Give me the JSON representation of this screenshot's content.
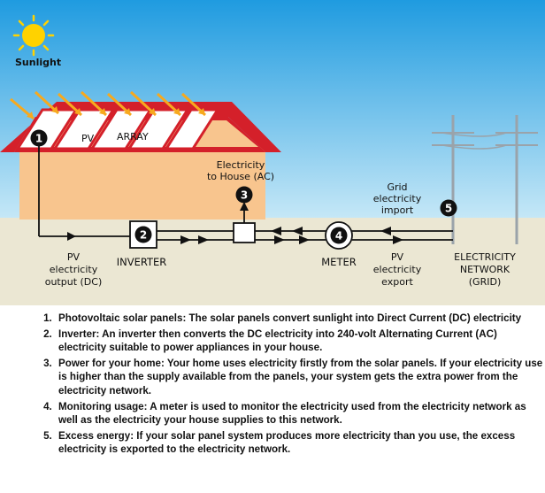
{
  "diagram": {
    "sun_label": "Sunlight",
    "array_labels": [
      "PV",
      "ARRAY"
    ],
    "pv_output_label": [
      "PV",
      "electricity",
      "output (DC)"
    ],
    "inverter_label": "INVERTER",
    "house_label": [
      "Electricity",
      "to House (AC)"
    ],
    "meter_label": "METER",
    "grid_import_label": [
      "Grid",
      "electricity",
      "import"
    ],
    "pv_export_label": [
      "PV",
      "electricity",
      "export"
    ],
    "network_label": [
      "ELECTRICITY",
      "NETWORK",
      "(GRID)"
    ],
    "markers": [
      "1",
      "2",
      "3",
      "4",
      "5"
    ],
    "colors": {
      "sky_top": "#1f9be0",
      "sky_bottom": "#c6e8f7",
      "ground": "#ebe7d3",
      "roof": "#d4202a",
      "wall": "#f8c58e",
      "sun": "#ffd200",
      "ray": "#f7a91e"
    }
  },
  "notes": {
    "items": [
      "Photovoltaic solar panels: The solar panels convert sunlight into Direct Current (DC) electricity",
      "Inverter: An inverter then converts the DC electricity into 240-volt Alternating Current (AC) electricity suitable to power appliances in your house.",
      "Power for your home: Your home uses electricity firstly from the solar panels. If your electricity use is higher than the supply available from the panels, your system gets the extra power from the electricity network.",
      "Monitoring usage: A meter is used to monitor the electricity used from the electricity network as well as the electricity your house supplies to this network.",
      "Excess energy: If your solar panel system produces more electricity than you use, the excess electricity is exported to the electricity network."
    ]
  }
}
